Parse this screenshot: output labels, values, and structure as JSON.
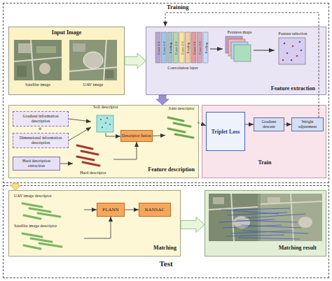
{
  "diagram": {
    "nodes": [
      {
        "text": [
          "Training"
        ]
      },
      {
        "text": [
          "Input Image"
        ],
        "in": 0
      },
      {
        "text": [
          "Satellite image"
        ],
        "in": 1
      },
      {
        "text": [
          "UAV image"
        ],
        "in": 1
      },
      {
        "text": [
          "Feature extraction"
        ],
        "in": 0
      },
      {
        "text": [
          "Feature description"
        ],
        "in": 0
      },
      {
        "text": [
          "Gradient information description"
        ],
        "in": 5
      },
      {
        "text": [
          "Dimensional information description"
        ],
        "in": 5
      },
      {
        "text": [
          "Hard description extraction"
        ],
        "in": 5
      },
      {
        "text": [
          "Soft descriptor"
        ],
        "in": 5
      },
      {
        "text": [
          "Hard descriptor"
        ],
        "in": 5
      },
      {
        "text": [
          "Descriptor fusion"
        ],
        "in": 5
      },
      {
        "text": [
          "Joint descriptor"
        ],
        "in": 5
      },
      {
        "text": [
          "Train"
        ],
        "in": 0
      },
      {
        "text": [
          "Triplet Loss"
        ],
        "in": 13
      },
      {
        "text": [
          "Gradient descent"
        ],
        "in": 13
      },
      {
        "text": [
          "Weight adjustment"
        ],
        "in": 13
      },
      {
        "text": [
          "Test"
        ]
      },
      {
        "text": [
          "Matching"
        ],
        "in": 17
      },
      {
        "text": [
          "UAV image descriptor"
        ],
        "in": 18
      },
      {
        "text": [
          "Satellite image descriptor"
        ],
        "in": 18
      },
      {
        "text": [
          "FLANN"
        ],
        "in": 18
      },
      {
        "text": [
          "RANSAC"
        ],
        "in": 18
      },
      {
        "text": [
          "Matching result"
        ],
        "in": 17
      }
    ],
    "edges": [
      {
        "from": 1,
        "to": 4,
        "arrow": "to"
      },
      {
        "from": 4,
        "to": 5,
        "arrow": "to"
      },
      {
        "from": 6,
        "to": 9,
        "arrow": "to"
      },
      {
        "from": 7,
        "to": 9,
        "arrow": "to"
      },
      {
        "from": 8,
        "to": 10,
        "arrow": "to"
      },
      {
        "from": 9,
        "to": 11,
        "arrow": "to"
      },
      {
        "from": 10,
        "to": 11,
        "arrow": "to"
      },
      {
        "from": 11,
        "to": 12,
        "arrow": "to"
      },
      {
        "from": 12,
        "to": 14,
        "arrow": "to"
      },
      {
        "from": 14,
        "to": 15,
        "arrow": "to"
      },
      {
        "from": 15,
        "to": 16,
        "arrow": "to"
      },
      {
        "from": 16,
        "to": 4,
        "arrow": "to"
      },
      {
        "from": 0,
        "to": 18,
        "arrow": "to"
      },
      {
        "from": 19,
        "to": 21,
        "arrow": "to"
      },
      {
        "from": 20,
        "to": 21,
        "arrow": "to"
      },
      {
        "from": 21,
        "to": 22,
        "arrow": "to"
      },
      {
        "from": 18,
        "to": 23,
        "arrow": "to"
      }
    ],
    "labels": [
      "Conv 1-1",
      "Conv 1-2",
      "Pooling",
      "Conv 2-1",
      "Conv 2-2",
      "Pooling",
      "Conv 3-1",
      "Conv 3-2",
      "Pooling",
      "Convolution layer",
      "Features maps",
      "Feature selection",
      "+"
    ]
  }
}
